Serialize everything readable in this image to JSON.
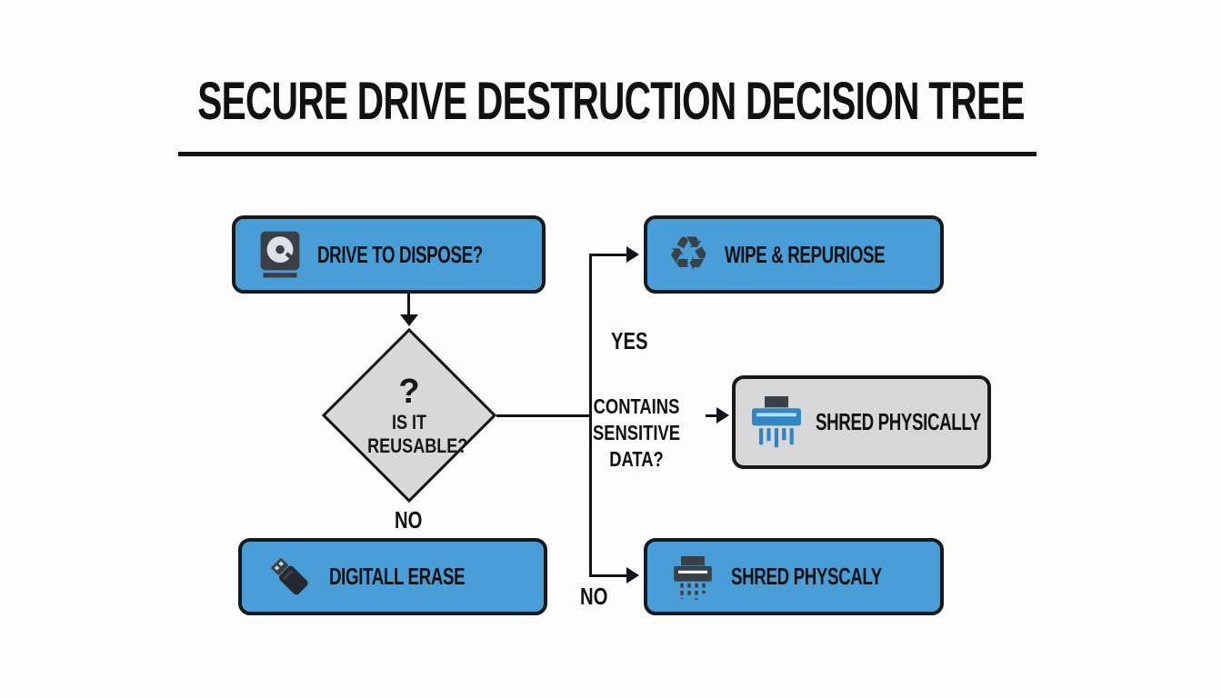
{
  "title": "SECURE DRIVE DESTRUCTION DECISION TREE",
  "nodes": {
    "drive": {
      "label": "DRIVE TO DISPOSE?",
      "icon": "hard-drive-icon"
    },
    "reusable": {
      "mark": "?",
      "label": "IS IT REUSABLE?"
    },
    "wipe": {
      "label": "WIPE & REPURIOSE",
      "icon": "recycle-icon"
    },
    "shred_mid": {
      "label": "SHRED PHYSICALLY",
      "icon": "shredder-icon"
    },
    "erase": {
      "label": "DIGITALL ERASE",
      "icon": "usb-drive-icon"
    },
    "shred_bottom": {
      "label": "SHRED PHYSCALY",
      "icon": "printer-shredder-icon"
    }
  },
  "labels": {
    "yes": "YES",
    "no_diamond": "NO",
    "no_bottom": "NO",
    "contains": "CONTAINS SENSITIVE DATA?"
  },
  "icons": {
    "recycle_glyph": "♻"
  },
  "colors": {
    "box-blue": "#4a9ed8",
    "box-gray": "#d7d7d7",
    "ink": "#15171a",
    "bg": "#fdfdfd",
    "icon-dark": "#3a4045",
    "icon-blue": "#2f86c4"
  }
}
